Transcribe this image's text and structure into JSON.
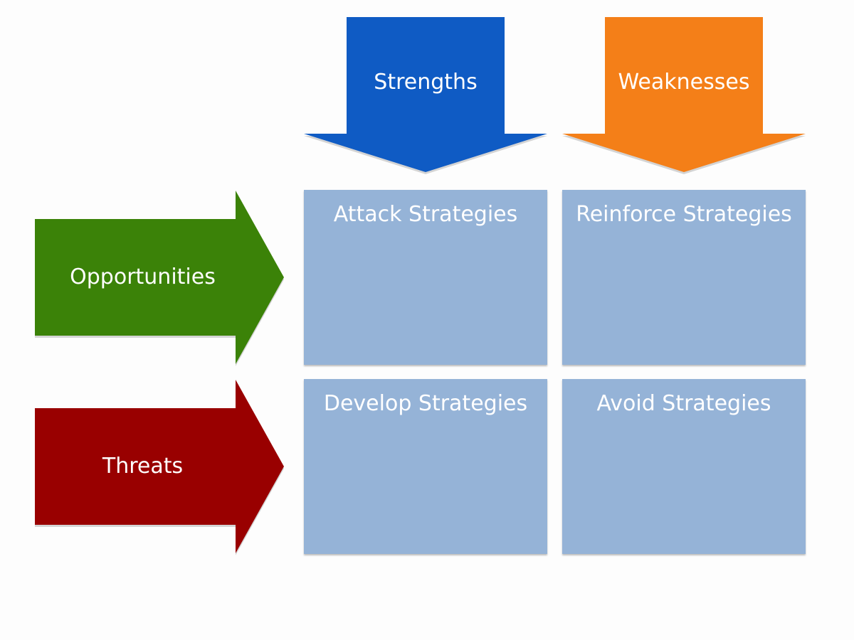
{
  "columns": [
    {
      "label": "Strengths",
      "color": "#0f5bc4"
    },
    {
      "label": "Weaknesses",
      "color": "#f47f18"
    }
  ],
  "rows": [
    {
      "label": "Opportunities",
      "color": "#3b8208"
    },
    {
      "label": "Threats",
      "color": "#990000"
    }
  ],
  "cells": [
    {
      "label": "Attack Strategies"
    },
    {
      "label": "Reinforce Strategies"
    },
    {
      "label": "Develop Strategies"
    },
    {
      "label": "Avoid Strategies"
    }
  ],
  "cell_color": "#95b3d7"
}
